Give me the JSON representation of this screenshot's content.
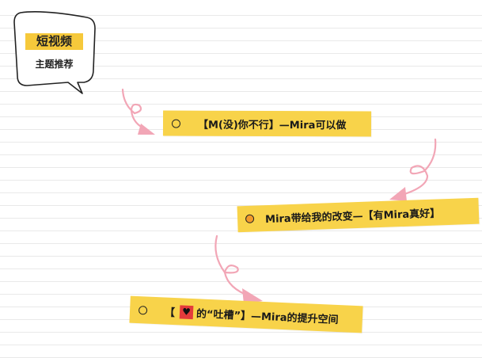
{
  "bubble": {
    "title": "短视频",
    "subtitle": "主题推荐"
  },
  "topics": [
    {
      "text": "【M(没)你不行】—Mira可以做",
      "marker": "outline-circle-icon"
    },
    {
      "text": "Mira带给我的改变—【有Mira真好】",
      "marker": "filled-circle-icon"
    },
    {
      "text_before": "【",
      "heart_icon": "heart-icon",
      "text_after": "的“吐槽”】—Mira的提升空间",
      "marker": "outline-circle-icon"
    }
  ],
  "colors": {
    "banner": "#f8d34a",
    "arrow": "#f2a6b6",
    "accent": "#f6c93b",
    "heart": "#e43b3b"
  }
}
